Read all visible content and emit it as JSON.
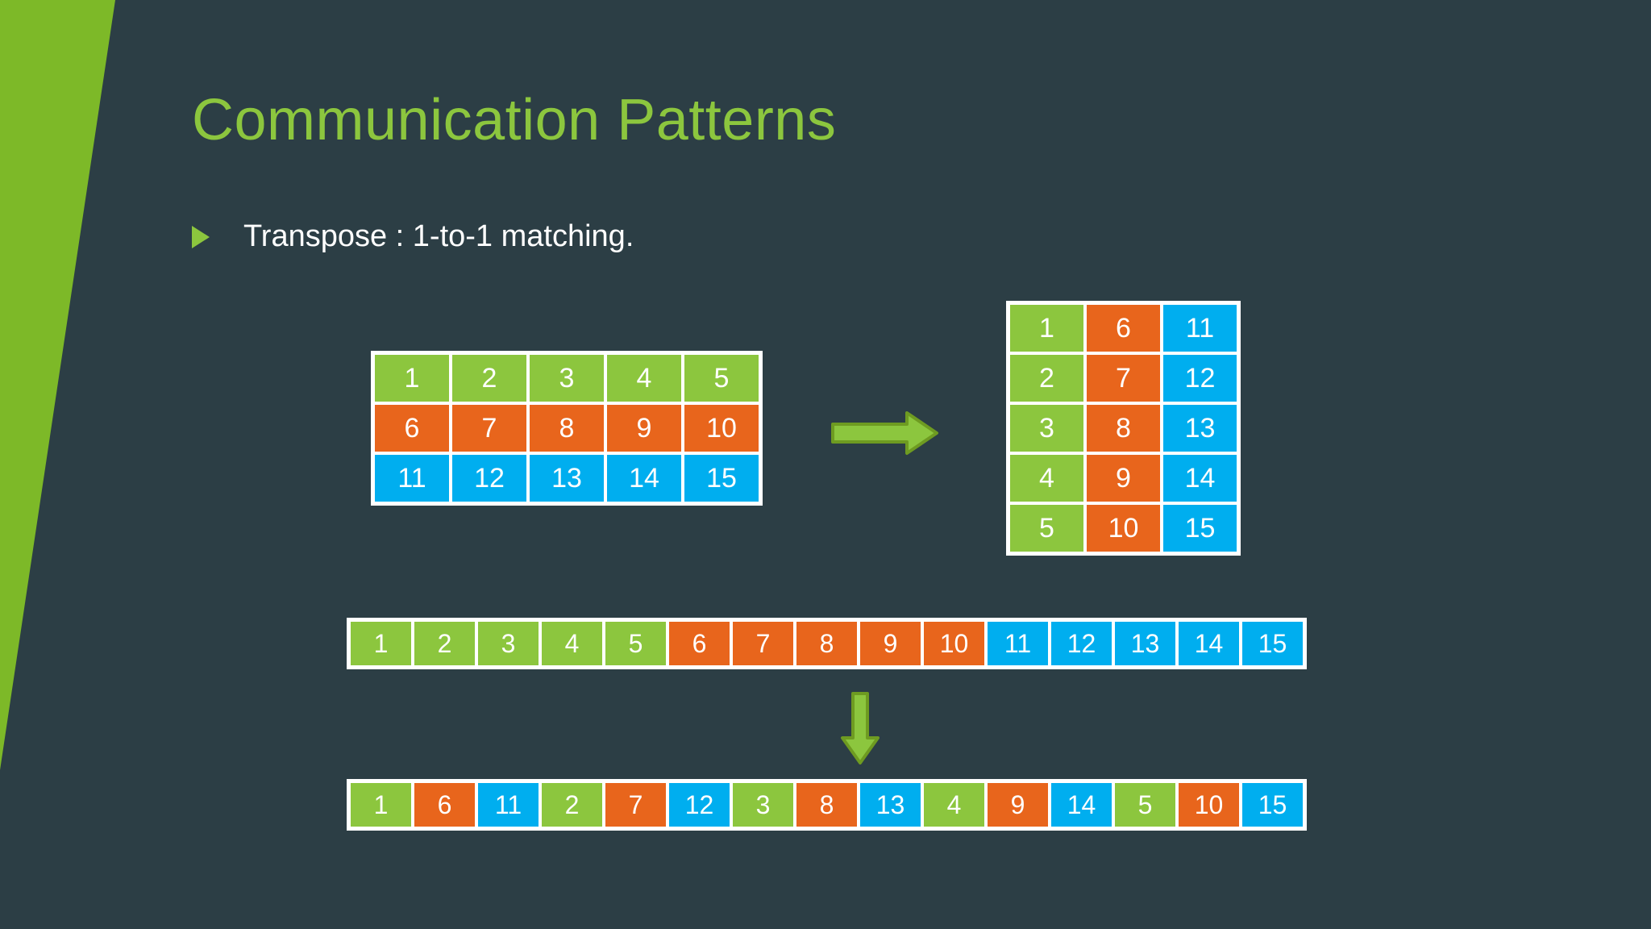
{
  "slide": {
    "title": "Communication Patterns",
    "bullet": {
      "marker": "triangle-bullet",
      "text": "Transpose : 1-to-1 matching."
    },
    "background_color": "#2C3E45",
    "accent_color": "#8CC63E"
  },
  "colors": {
    "green": "#8CC63E",
    "green_dark": "#6E9B21",
    "orange": "#E8651C",
    "blue": "#00AEEF",
    "white": "#FFFFFF",
    "background": "#2C3E45"
  },
  "matrix_source": {
    "name": "3x5 row-major matrix",
    "rows": 3,
    "cols": 5,
    "cells": [
      {
        "v": "1",
        "color": "green"
      },
      {
        "v": "2",
        "color": "green"
      },
      {
        "v": "3",
        "color": "green"
      },
      {
        "v": "4",
        "color": "green"
      },
      {
        "v": "5",
        "color": "green"
      },
      {
        "v": "6",
        "color": "orange"
      },
      {
        "v": "7",
        "color": "orange"
      },
      {
        "v": "8",
        "color": "orange"
      },
      {
        "v": "9",
        "color": "orange"
      },
      {
        "v": "10",
        "color": "orange"
      },
      {
        "v": "11",
        "color": "blue"
      },
      {
        "v": "12",
        "color": "blue"
      },
      {
        "v": "13",
        "color": "blue"
      },
      {
        "v": "14",
        "color": "blue"
      },
      {
        "v": "15",
        "color": "blue"
      }
    ]
  },
  "matrix_transposed": {
    "name": "5x3 transposed matrix",
    "rows": 5,
    "cols": 3,
    "cells": [
      {
        "v": "1",
        "color": "green"
      },
      {
        "v": "6",
        "color": "orange"
      },
      {
        "v": "11",
        "color": "blue"
      },
      {
        "v": "2",
        "color": "green"
      },
      {
        "v": "7",
        "color": "orange"
      },
      {
        "v": "12",
        "color": "blue"
      },
      {
        "v": "3",
        "color": "green"
      },
      {
        "v": "8",
        "color": "orange"
      },
      {
        "v": "13",
        "color": "blue"
      },
      {
        "v": "4",
        "color": "green"
      },
      {
        "v": "9",
        "color": "orange"
      },
      {
        "v": "14",
        "color": "blue"
      },
      {
        "v": "5",
        "color": "green"
      },
      {
        "v": "10",
        "color": "orange"
      },
      {
        "v": "15",
        "color": "blue"
      }
    ]
  },
  "strip_before": {
    "name": "linear memory before transpose",
    "cells": [
      {
        "v": "1",
        "color": "green"
      },
      {
        "v": "2",
        "color": "green"
      },
      {
        "v": "3",
        "color": "green"
      },
      {
        "v": "4",
        "color": "green"
      },
      {
        "v": "5",
        "color": "green"
      },
      {
        "v": "6",
        "color": "orange"
      },
      {
        "v": "7",
        "color": "orange"
      },
      {
        "v": "8",
        "color": "orange"
      },
      {
        "v": "9",
        "color": "orange"
      },
      {
        "v": "10",
        "color": "orange"
      },
      {
        "v": "11",
        "color": "blue"
      },
      {
        "v": "12",
        "color": "blue"
      },
      {
        "v": "13",
        "color": "blue"
      },
      {
        "v": "14",
        "color": "blue"
      },
      {
        "v": "15",
        "color": "blue"
      }
    ]
  },
  "strip_after": {
    "name": "linear memory after transpose",
    "cells": [
      {
        "v": "1",
        "color": "green"
      },
      {
        "v": "6",
        "color": "orange"
      },
      {
        "v": "11",
        "color": "blue"
      },
      {
        "v": "2",
        "color": "green"
      },
      {
        "v": "7",
        "color": "orange"
      },
      {
        "v": "12",
        "color": "blue"
      },
      {
        "v": "3",
        "color": "green"
      },
      {
        "v": "8",
        "color": "orange"
      },
      {
        "v": "13",
        "color": "blue"
      },
      {
        "v": "4",
        "color": "green"
      },
      {
        "v": "9",
        "color": "orange"
      },
      {
        "v": "14",
        "color": "blue"
      },
      {
        "v": "5",
        "color": "green"
      },
      {
        "v": "10",
        "color": "orange"
      },
      {
        "v": "15",
        "color": "blue"
      }
    ]
  },
  "arrows": {
    "right": "arrow-right-icon",
    "down": "arrow-down-icon"
  }
}
